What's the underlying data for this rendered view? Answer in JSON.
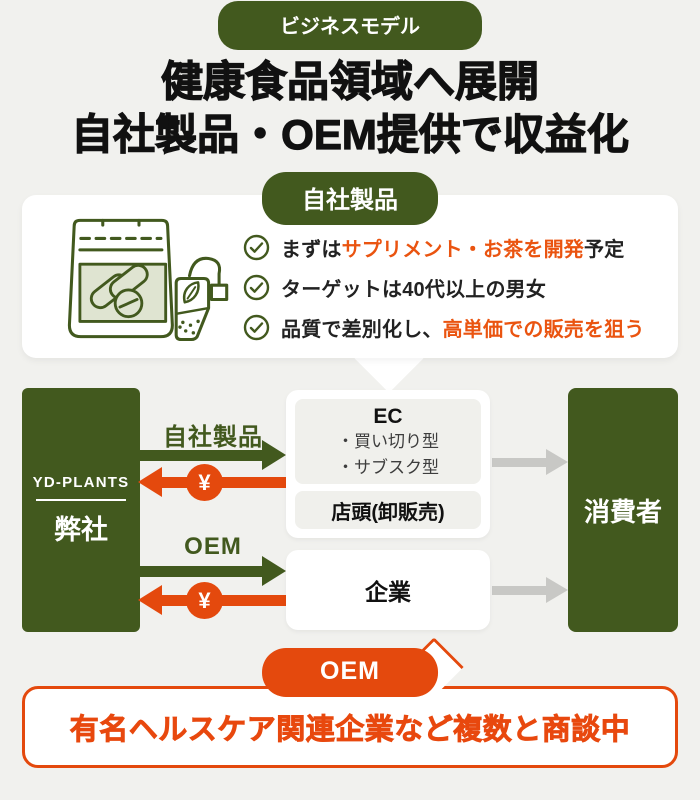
{
  "colors": {
    "green": "#42591e",
    "orange": "#e4490d",
    "orange_text": "#ea5410",
    "background": "#f1f1ee",
    "gray_arrow": "#c8c8c5",
    "panel_gray": "#f0f0ec"
  },
  "header": {
    "top_badge": "ビジネスモデル",
    "title_line1": "健康食品領域へ展開",
    "title_line2": "自社製品・OEM提供で収益化"
  },
  "own_product": {
    "badge": "自社製品",
    "bullets": [
      {
        "pre": "まずは",
        "highlight": "サプリメント・お茶を開発",
        "post": "予定"
      },
      {
        "pre": "ターゲットは40代以上の男女",
        "highlight": "",
        "post": ""
      },
      {
        "pre": "品質で差別化し、",
        "highlight": "高単価での販売を狙う",
        "post": ""
      }
    ]
  },
  "flow": {
    "company": {
      "logo": "YD-PLANTS",
      "name": "弊社"
    },
    "own_route": {
      "label": "自社製品",
      "yen": "¥"
    },
    "oem_route": {
      "label": "OEM",
      "yen": "¥"
    },
    "channels": {
      "ec_title": "EC",
      "ec_items": [
        "・買い切り型",
        "・サブスク型"
      ],
      "retail": "店頭(卸販売)"
    },
    "corporate": "企業",
    "consumer": "消費者"
  },
  "oem_callout": {
    "badge": "OEM",
    "message": "有名ヘルスケア関連企業など複数と商談中"
  }
}
